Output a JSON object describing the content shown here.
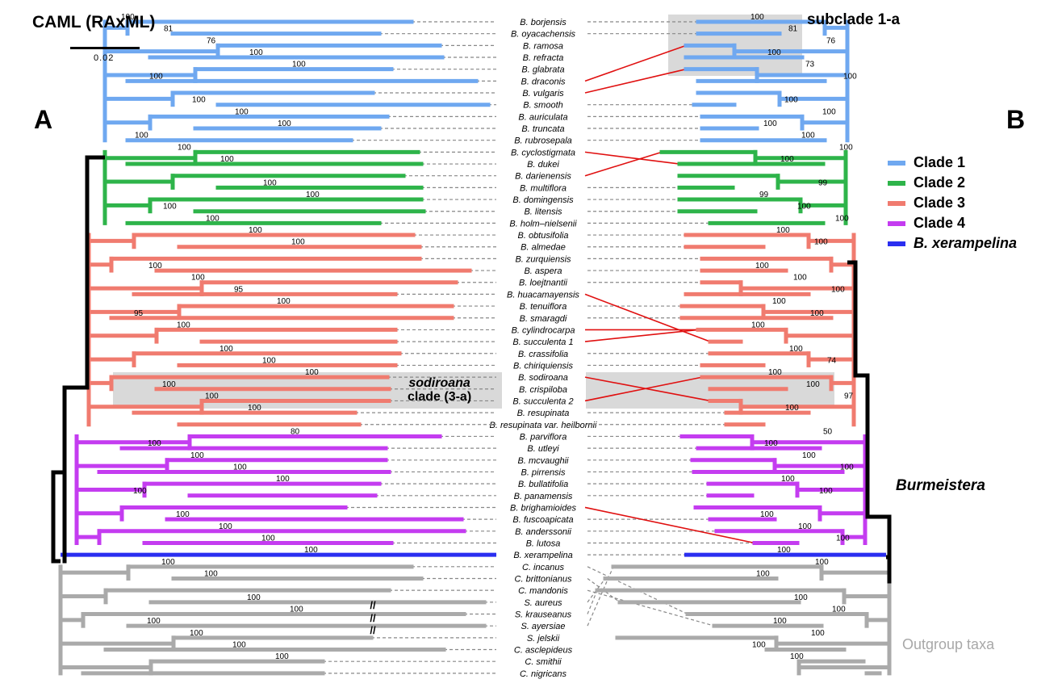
{
  "header": {
    "method_title": "CAML (RAxML)",
    "scale_value": "0.02",
    "panel_a": "A",
    "panel_b": "B",
    "subclade_label": "subclade 1-a",
    "sodiroana_label_italic": "sodiroana",
    "sodiroana_label_rest": "clade (3-a)",
    "genus_label": "Burmeistera",
    "outgroup_label": "Outgroup taxa"
  },
  "colors": {
    "clade1": "#6fa8f0",
    "clade2": "#2eb44a",
    "clade3": "#f07b6f",
    "clade4": "#c43cf0",
    "xerampelina": "#2a2ef0",
    "outgroup": "#aaaaaa",
    "backbone": "#000000",
    "crossing": "#e01010",
    "highlight": "#d9d9d9"
  },
  "legend": [
    {
      "label": "Clade 1",
      "color": "#6fa8f0",
      "italic": false
    },
    {
      "label": "Clade 2",
      "color": "#2eb44a",
      "italic": false
    },
    {
      "label": "Clade 3",
      "color": "#f07b6f",
      "italic": false
    },
    {
      "label": "Clade 4",
      "color": "#c43cf0",
      "italic": false
    },
    {
      "label": "B. xerampelina",
      "color": "#2a2ef0",
      "italic": true
    }
  ],
  "taxa": [
    "B. borjensis",
    "B. oyacachensis",
    "B. ramosa",
    "B. refracta",
    "B. glabrata",
    "B. draconis",
    "B. vulgaris",
    "B. smooth",
    "B. auriculata",
    "B. truncata",
    "B. rubrosepala",
    "B. cyclostigmata",
    "B. dukei",
    "B. darienensis",
    "B. multiflora",
    "B. domingensis",
    "B. litensis",
    "B. holm–nielsenii",
    "B. obtusifolia",
    "B. almedae",
    "B. zurquiensis",
    "B. aspera",
    "B. loejtnantii",
    "B. huacamayensis",
    "B. tenuiflora",
    "B. smaragdi",
    "B. cylindrocarpa",
    "B. succulenta 1",
    "B. crassifolia",
    "B. chiriquiensis",
    "B. sodiroana",
    "B. crispiloba",
    "B. succulenta 2",
    "B. resupinata",
    "B. resupinata var. heilbornii",
    "B. parviflora",
    "B. utleyi",
    "B. mcvaughii",
    "B. pirrensis",
    "B. bullatifolia",
    "B. panamensis",
    "B. brighamioides",
    "B. fuscoapicata",
    "B. anderssonii",
    "B. lutosa",
    "B. xerampelina",
    "C. incanus",
    "C. brittonianus",
    "C. mandonis",
    "S. aureus",
    "S. krauseanus",
    "S. ayersiae",
    "S. jelskii",
    "C. asclepideus",
    "C. smithii",
    "C. nigricans"
  ],
  "tree_a_support": [
    "100",
    "81",
    "76",
    "100",
    "100",
    "100",
    "100",
    "100",
    "100",
    "100",
    "100",
    "100",
    "100",
    "100",
    "100",
    "100",
    "100",
    "100",
    "100",
    "100",
    "95",
    "100",
    "95",
    "100",
    "100",
    "100",
    "100",
    "100",
    "100",
    "100",
    "80",
    "100",
    "100",
    "100",
    "100",
    "100",
    "100",
    "100",
    "100",
    "100",
    "100",
    "100",
    "100",
    "100",
    "100",
    "100",
    "100",
    "100"
  ],
  "tree_b_support": [
    "100",
    "81",
    "76",
    "100",
    "73",
    "100",
    "100",
    "100",
    "100",
    "100",
    "100",
    "100",
    "99",
    "99",
    "100",
    "100",
    "100",
    "100",
    "100",
    "100",
    "100",
    "100",
    "100",
    "100",
    "100",
    "74",
    "100",
    "100",
    "97",
    "100",
    "50",
    "100",
    "100",
    "100",
    "100",
    "100",
    "100",
    "100",
    "100",
    "100",
    "100",
    "100",
    "100",
    "100",
    "100",
    "100",
    "100",
    "100"
  ]
}
